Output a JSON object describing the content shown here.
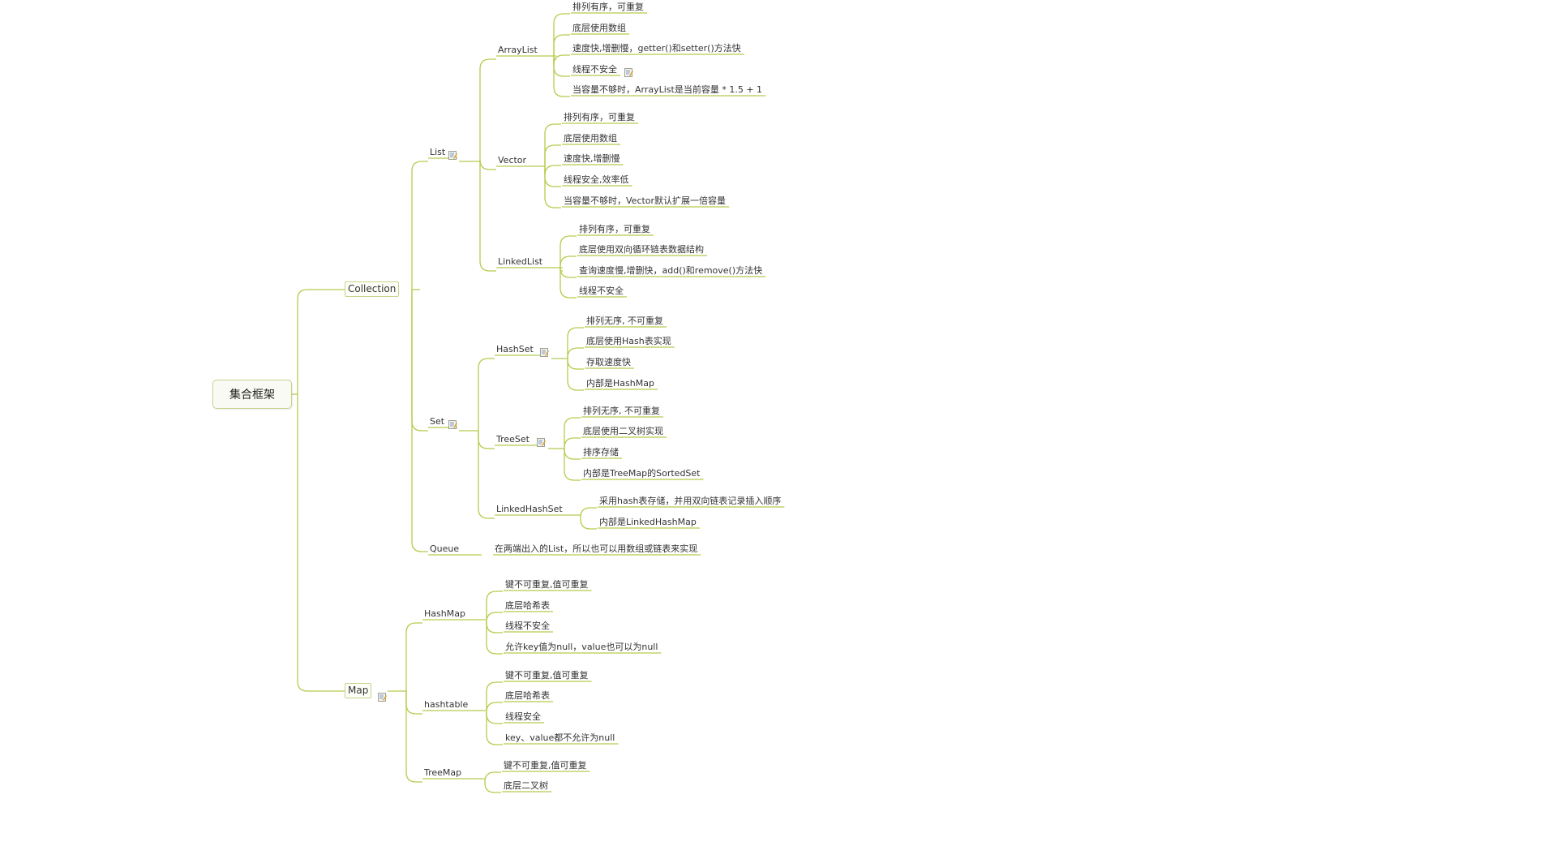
{
  "diagram": {
    "root": "集合框架",
    "collection": {
      "label": "Collection",
      "list": {
        "label": "List",
        "arraylist": {
          "label": "ArrayList",
          "items": [
            "排列有序，可重复",
            "底层使用数组",
            "速度快,增删慢，getter()和setter()方法快",
            "线程不安全",
            "当容量不够时，ArrayList是当前容量 * 1.5 + 1"
          ]
        },
        "vector": {
          "label": "Vector",
          "items": [
            "排列有序，可重复",
            "底层使用数组",
            "速度快,增删慢",
            "线程安全,效率低",
            "当容量不够时，Vector默认扩展一倍容量"
          ]
        },
        "linkedlist": {
          "label": "LinkedList",
          "items": [
            "排列有序，可重复",
            "底层使用双向循环链表数据结构",
            "查询速度慢,增删快，add()和remove()方法快",
            "线程不安全"
          ]
        }
      },
      "set": {
        "label": "Set",
        "hashset": {
          "label": "HashSet",
          "items": [
            "排列无序, 不可重复",
            "底层使用Hash表实现",
            "存取速度快",
            "内部是HashMap"
          ]
        },
        "treeset": {
          "label": "TreeSet",
          "items": [
            "排列无序, 不可重复",
            "底层使用二叉树实现",
            "排序存储",
            "内部是TreeMap的SortedSet"
          ]
        },
        "linkedhashset": {
          "label": "LinkedHashSet",
          "items": [
            "采用hash表存储，并用双向链表记录插入顺序",
            "内部是LinkedHashMap"
          ]
        }
      },
      "queue": {
        "label": "Queue",
        "items": [
          "在两端出入的List，所以也可以用数组或链表来实现"
        ]
      }
    },
    "map": {
      "label": "Map",
      "hashmap": {
        "label": "HashMap",
        "items": [
          "键不可重复,值可重复",
          "底层哈希表",
          "线程不安全",
          "允许key值为null，value也可以为null"
        ]
      },
      "hashtable": {
        "label": "hashtable",
        "items": [
          "键不可重复,值可重复",
          "底层哈希表",
          "线程安全",
          "key、value都不允许为null"
        ]
      },
      "treemap": {
        "label": "TreeMap",
        "items": [
          "键不可重复,值可重复",
          "底层二叉树"
        ]
      }
    }
  },
  "colors": {
    "branch": "#b5cc4c",
    "underline": "#b5cc4c",
    "box_border": "#c4d48b",
    "text": "#333333"
  },
  "icons": {
    "note": "note-icon"
  }
}
